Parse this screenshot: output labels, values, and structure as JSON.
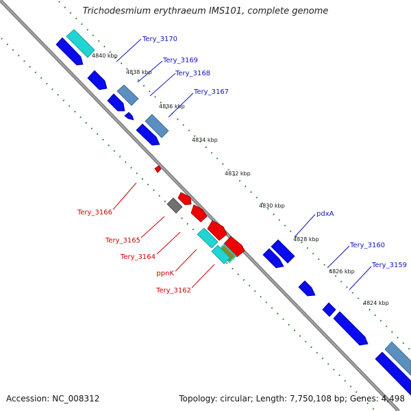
{
  "title": "Trichodesmium erythraeum IMS101, complete genome",
  "footer": {
    "accession_label": "Accession: NC_008312",
    "stats_label": "Topology: circular; Length: 7,750,108 bp; Genes: 4,498"
  },
  "colors": {
    "backbone": "#808080",
    "tick": "#1a7f1a",
    "forward_cds": "#0a0aee",
    "forward_rna": "#5a8fbf",
    "highlight": "#22d4d4",
    "reverse_cds": "#ee0000",
    "pseudo": "#707070",
    "olive": "#8b8b20",
    "forward_label": "#1010c0",
    "reverse_label": "#cc0000"
  },
  "kbp_labels": [
    "4840 kbp",
    "4838 kbp",
    "4836 kbp",
    "4834 kbp",
    "4832 kbp",
    "4830 kbp",
    "4828 kbp",
    "4826 kbp",
    "4824 kbp"
  ],
  "gene_labels": [
    {
      "name": "Tery_3170",
      "strand": "forward"
    },
    {
      "name": "Tery_3169",
      "strand": "forward"
    },
    {
      "name": "Tery_3168",
      "strand": "forward"
    },
    {
      "name": "Tery_3167",
      "strand": "forward"
    },
    {
      "name": "Tery_3166",
      "strand": "reverse"
    },
    {
      "name": "Tery_3165",
      "strand": "reverse"
    },
    {
      "name": "Tery_3164",
      "strand": "reverse"
    },
    {
      "name": "ppnK",
      "strand": "reverse"
    },
    {
      "name": "Tery_3162",
      "strand": "reverse"
    },
    {
      "name": "pdxA",
      "strand": "forward"
    },
    {
      "name": "Tery_3160",
      "strand": "forward"
    },
    {
      "name": "Tery_3159",
      "strand": "forward"
    }
  ]
}
